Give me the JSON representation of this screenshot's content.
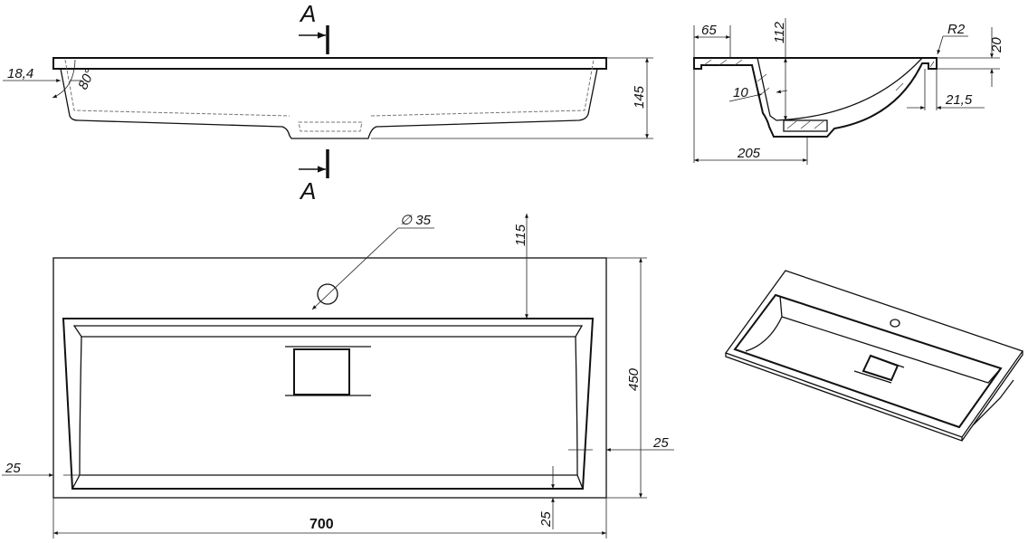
{
  "drawing": {
    "front_view": {
      "section_mark": "A",
      "dims": {
        "lip": "18,4",
        "angle": "80°",
        "height": "145"
      }
    },
    "section_view": {
      "dims": {
        "rim": "65",
        "depth": "112",
        "radius": "R2",
        "rim_thickness": "20",
        "wall": "10",
        "edge": "21,5",
        "drain_offset": "205"
      }
    },
    "plan_view": {
      "dims": {
        "hole": "∅ 35",
        "hole_offset": "115",
        "depth": "450",
        "left_margin": "25",
        "right_margin": "25",
        "bottom_margin": "25",
        "width": "700"
      }
    },
    "iso_view": {}
  }
}
